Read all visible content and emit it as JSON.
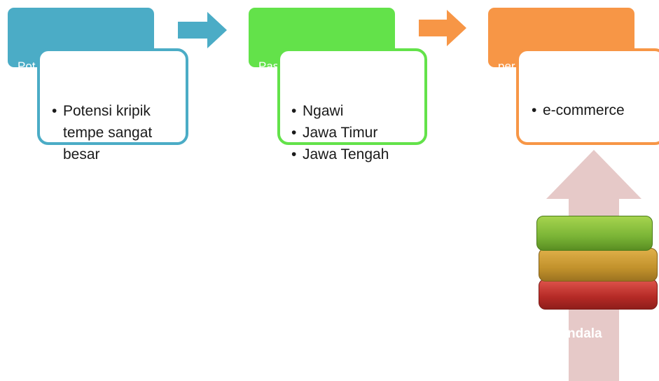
{
  "colors": {
    "blue": "#4bacc6",
    "green": "#63e24a",
    "orange": "#f79646",
    "pink_arrow": "#e6c9c8",
    "bar_red": "#c0302c",
    "bar_yellow": "#c8982e",
    "bar_green": "#7cb636"
  },
  "stages": [
    {
      "header": "Pot",
      "items": [
        "Potensi kripik tempe sangat besar"
      ]
    },
    {
      "header": "Pas",
      "items": [
        "Ngawi",
        "Jawa Timur",
        "Jawa Tengah"
      ]
    },
    {
      "header": "per",
      "items": [
        "e-commerce"
      ]
    }
  ],
  "obstacle": {
    "label": "ndala"
  }
}
